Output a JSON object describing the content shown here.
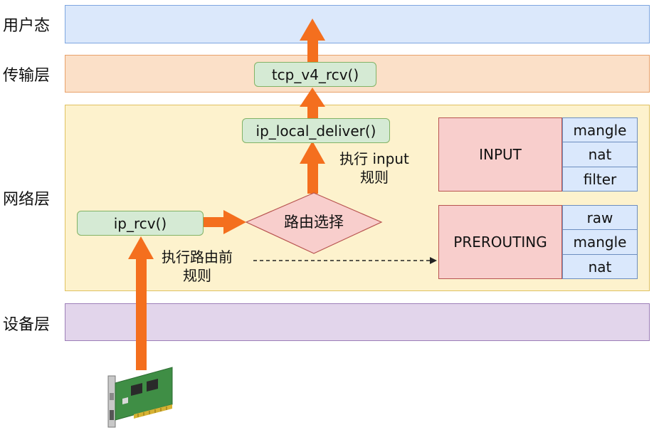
{
  "layers": {
    "user": "用户态",
    "transport": "传输层",
    "network": "网络层",
    "device": "设备层"
  },
  "functions": {
    "tcp": "tcp_v4_rcv()",
    "deliver": "ip_local_deliver()",
    "ip_rcv": "ip_rcv()"
  },
  "decision": "路由选择",
  "notes": {
    "input_line1": "执行 input",
    "input_line2": "规则",
    "pre_line1": "执行路由前",
    "pre_line2": "规则"
  },
  "chains": {
    "input": {
      "name": "INPUT",
      "tables": [
        "mangle",
        "nat",
        "filter"
      ]
    },
    "prerouting": {
      "name": "PREROUTING",
      "tables": [
        "raw",
        "mangle",
        "nat"
      ]
    }
  },
  "colors": {
    "arrow": "#f46f1e",
    "fn_fill": "#d5ead4",
    "chain_fill": "#f8cecc",
    "table_fill": "#dae8fc"
  },
  "icons": {
    "nic": "network-card-icon"
  }
}
